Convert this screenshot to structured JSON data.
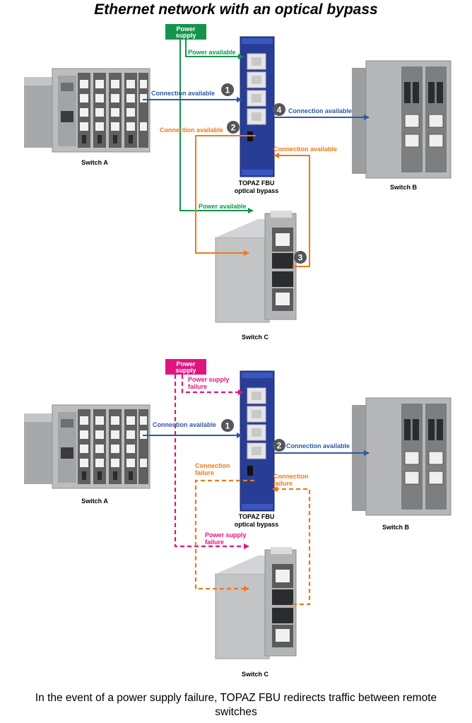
{
  "title": "Ethernet network with an optical bypass",
  "caption": "In the event of a power supply failure, TOPAZ FBU redirects traffic between remote switches",
  "colors": {
    "power_ok": "#13944a",
    "power_fail": "#e0157f",
    "link_blue": "#2e58a6",
    "link_orange": "#ec7a1a",
    "device_blue": "#283d96",
    "device_grey": "#b8b9bb"
  },
  "top_scenario": {
    "power_supply_box": [
      "Power",
      "supply"
    ],
    "switch_a": "Switch A",
    "switch_b": "Switch B",
    "switch_c": "Switch C",
    "fbu_label": [
      "TOPAZ FBU",
      "optical bypass"
    ],
    "power_available_top": "Power available",
    "power_available_bottom": "Power available",
    "link_1": "Connection available",
    "link_2": "Connection available",
    "link_3": "Connection available",
    "link_4": "Connection available",
    "badges": [
      "1",
      "2",
      "3",
      "4"
    ]
  },
  "bottom_scenario": {
    "power_supply_box": [
      "Power",
      "supply"
    ],
    "switch_a": "Switch A",
    "switch_b": "Switch B",
    "switch_c": "Switch C",
    "fbu_label": [
      "TOPAZ FBU",
      "optical bypass"
    ],
    "power_failure_top": [
      "Power supply",
      "failure"
    ],
    "power_failure_bottom": [
      "Power supply",
      "failure"
    ],
    "link_1": "Connection available",
    "link_2": "Connection available",
    "conn_fail_left": [
      "Connection",
      "failure"
    ],
    "conn_fail_right": [
      "Connection",
      "failure"
    ],
    "badges": [
      "1",
      "2"
    ]
  }
}
